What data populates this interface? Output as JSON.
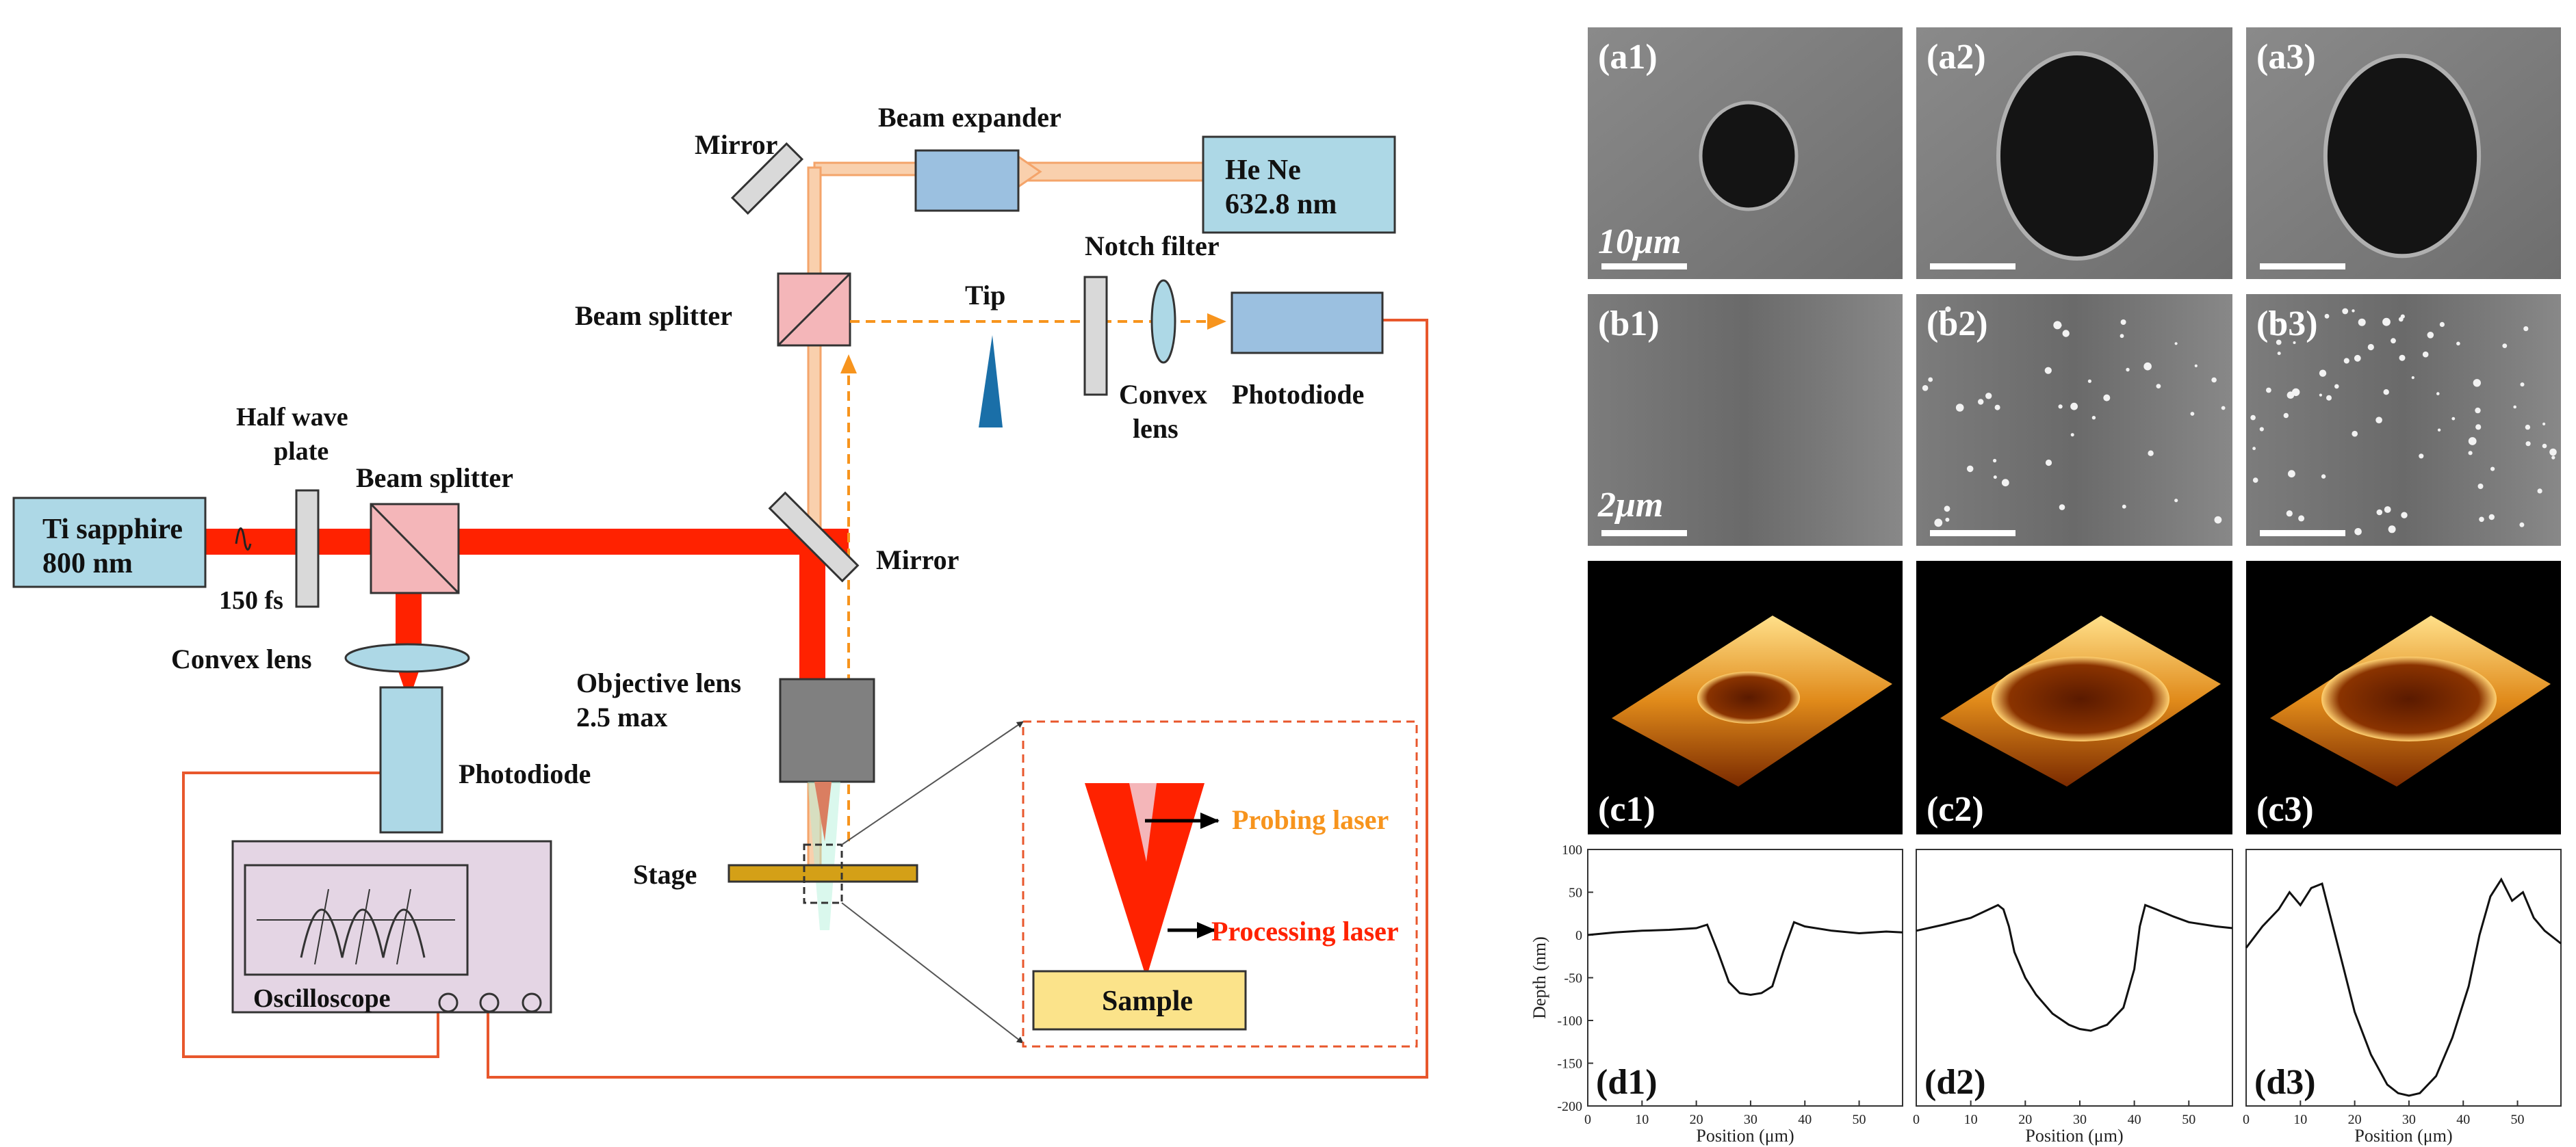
{
  "diagram": {
    "ti_sapphire": {
      "name": "Ti sapphire",
      "wavelength": "800 nm"
    },
    "pulse": "150 fs",
    "half_wave_plate": [
      "Half wave",
      "plate"
    ],
    "beam_splitter_1": "Beam splitter",
    "convex_lens_1": "Convex lens",
    "photodiode_1": "Photodiode",
    "oscilloscope": "Oscilloscope",
    "mirror_1": "Mirror",
    "mirror_2": "Mirror",
    "beam_expander": "Beam expander",
    "hene": {
      "name": "He Ne",
      "wavelength": "632.8 nm"
    },
    "beam_splitter_2": "Beam splitter",
    "tip": "Tip",
    "notch_filter": "Notch filter",
    "convex_lens_2": [
      "Convex",
      "lens"
    ],
    "photodiode_2": "Photodiode",
    "objective_lens": [
      "Objective lens",
      "2.5 max"
    ],
    "stage": "Stage",
    "probing_laser": "Probing laser",
    "processing_laser": "Processing laser",
    "sample": "Sample",
    "colors": {
      "red_beam": "#ff2200",
      "orange_beam": "#f7941d",
      "box_blue": "#add8e6",
      "box_pink": "#f4b6b9",
      "objective": "#808080",
      "stage": "#d4a017",
      "sample": "#fbe38a"
    }
  },
  "panels": {
    "row_a": {
      "labels": [
        "(a1)",
        "(a2)",
        "(a3)"
      ],
      "scale_bar": "10μm",
      "hole_sizes": [
        0.36,
        0.8,
        0.78
      ]
    },
    "row_b": {
      "labels": [
        "(b1)",
        "(b2)",
        "(b3)"
      ],
      "scale_bar": "2μm"
    },
    "row_c": {
      "labels": [
        "(c1)",
        "(c2)",
        "(c3)"
      ]
    },
    "row_d": {
      "labels": [
        "(d1)",
        "(d2)",
        "(d3)"
      ]
    }
  },
  "chart_data": [
    {
      "type": "line",
      "ylabel": "Depth (nm)",
      "xlabel": "Position (μm)",
      "xlim": [
        0,
        58
      ],
      "ylim": [
        -200,
        100
      ],
      "yticks": [
        100,
        50,
        0,
        -50,
        -100,
        -150,
        -200
      ],
      "xticks": [
        0,
        10,
        20,
        30,
        40,
        50
      ],
      "x": [
        0,
        5,
        10,
        15,
        20,
        22,
        24,
        26,
        28,
        30,
        32,
        34,
        36,
        38,
        40,
        45,
        50,
        55,
        58
      ],
      "y": [
        0,
        3,
        5,
        6,
        8,
        12,
        -20,
        -55,
        -68,
        -70,
        -68,
        -60,
        -20,
        15,
        10,
        5,
        2,
        4,
        3
      ]
    },
    {
      "type": "line",
      "ylabel": "",
      "xlabel": "Position (μm)",
      "xlim": [
        0,
        58
      ],
      "ylim": [
        -200,
        100
      ],
      "yticks": [],
      "xticks": [
        0,
        10,
        20,
        30,
        40,
        50
      ],
      "x": [
        0,
        5,
        10,
        15,
        16,
        17,
        18,
        20,
        22,
        25,
        28,
        30,
        32,
        35,
        38,
        40,
        41,
        42,
        44,
        47,
        50,
        55,
        58
      ],
      "y": [
        5,
        12,
        20,
        35,
        30,
        10,
        -20,
        -50,
        -70,
        -92,
        -105,
        -110,
        -112,
        -105,
        -85,
        -40,
        10,
        35,
        30,
        22,
        15,
        10,
        8
      ]
    },
    {
      "type": "line",
      "ylabel": "",
      "xlabel": "Position (μm)",
      "xlim": [
        0,
        58
      ],
      "ylim": [
        -200,
        100
      ],
      "yticks": [],
      "xticks": [
        0,
        10,
        20,
        30,
        40,
        50
      ],
      "x": [
        0,
        3,
        6,
        8,
        10,
        12,
        14,
        16,
        18,
        20,
        23,
        26,
        28,
        30,
        32,
        35,
        38,
        41,
        43,
        45,
        47,
        49,
        51,
        53,
        55,
        58
      ],
      "y": [
        -15,
        10,
        30,
        50,
        35,
        55,
        60,
        10,
        -40,
        -90,
        -140,
        -175,
        -185,
        -188,
        -185,
        -165,
        -120,
        -60,
        0,
        45,
        65,
        40,
        50,
        20,
        5,
        -10
      ]
    }
  ]
}
